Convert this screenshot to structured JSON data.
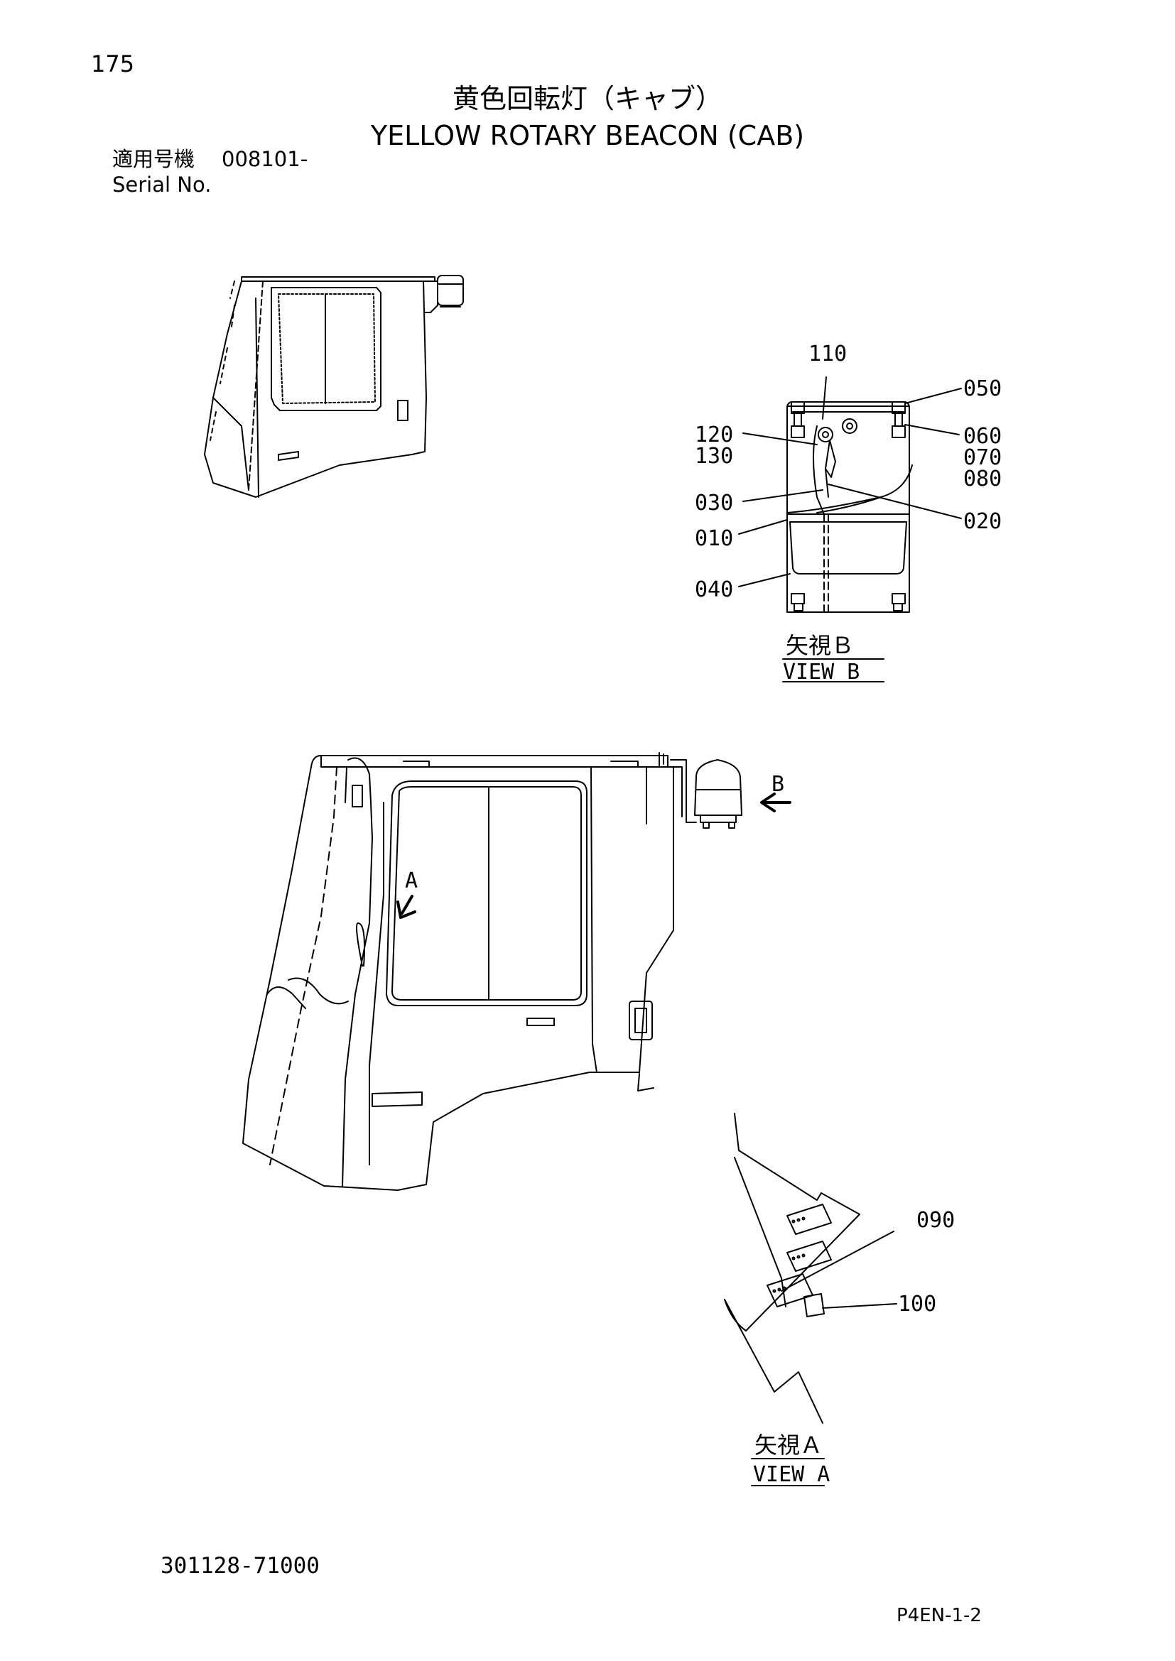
{
  "page": {
    "number": "175",
    "title_jp": "黄色回転灯（キャブ）",
    "title_en": "YELLOW ROTARY BEACON (CAB)",
    "serial_label_jp": "適用号機",
    "serial_value": "008101-",
    "serial_label_en": "Serial No.",
    "part_number": "301128-71000",
    "page_code": "P4EN-1-2"
  },
  "view_b": {
    "caption_jp": "矢視Ｂ",
    "caption_en": "VIEW B",
    "callouts": {
      "c110": "110",
      "c050": "050",
      "c120": "120",
      "c130": "130",
      "c060": "060",
      "c070": "070",
      "c080": "080",
      "c030": "030",
      "c020": "020",
      "c010": "010",
      "c040": "040"
    }
  },
  "main_view": {
    "arrow_b": "B",
    "arrow_a": "A"
  },
  "view_a": {
    "caption_jp": "矢視Ａ",
    "caption_en": "VIEW A",
    "callouts": {
      "c090": "090",
      "c100": "100"
    }
  }
}
